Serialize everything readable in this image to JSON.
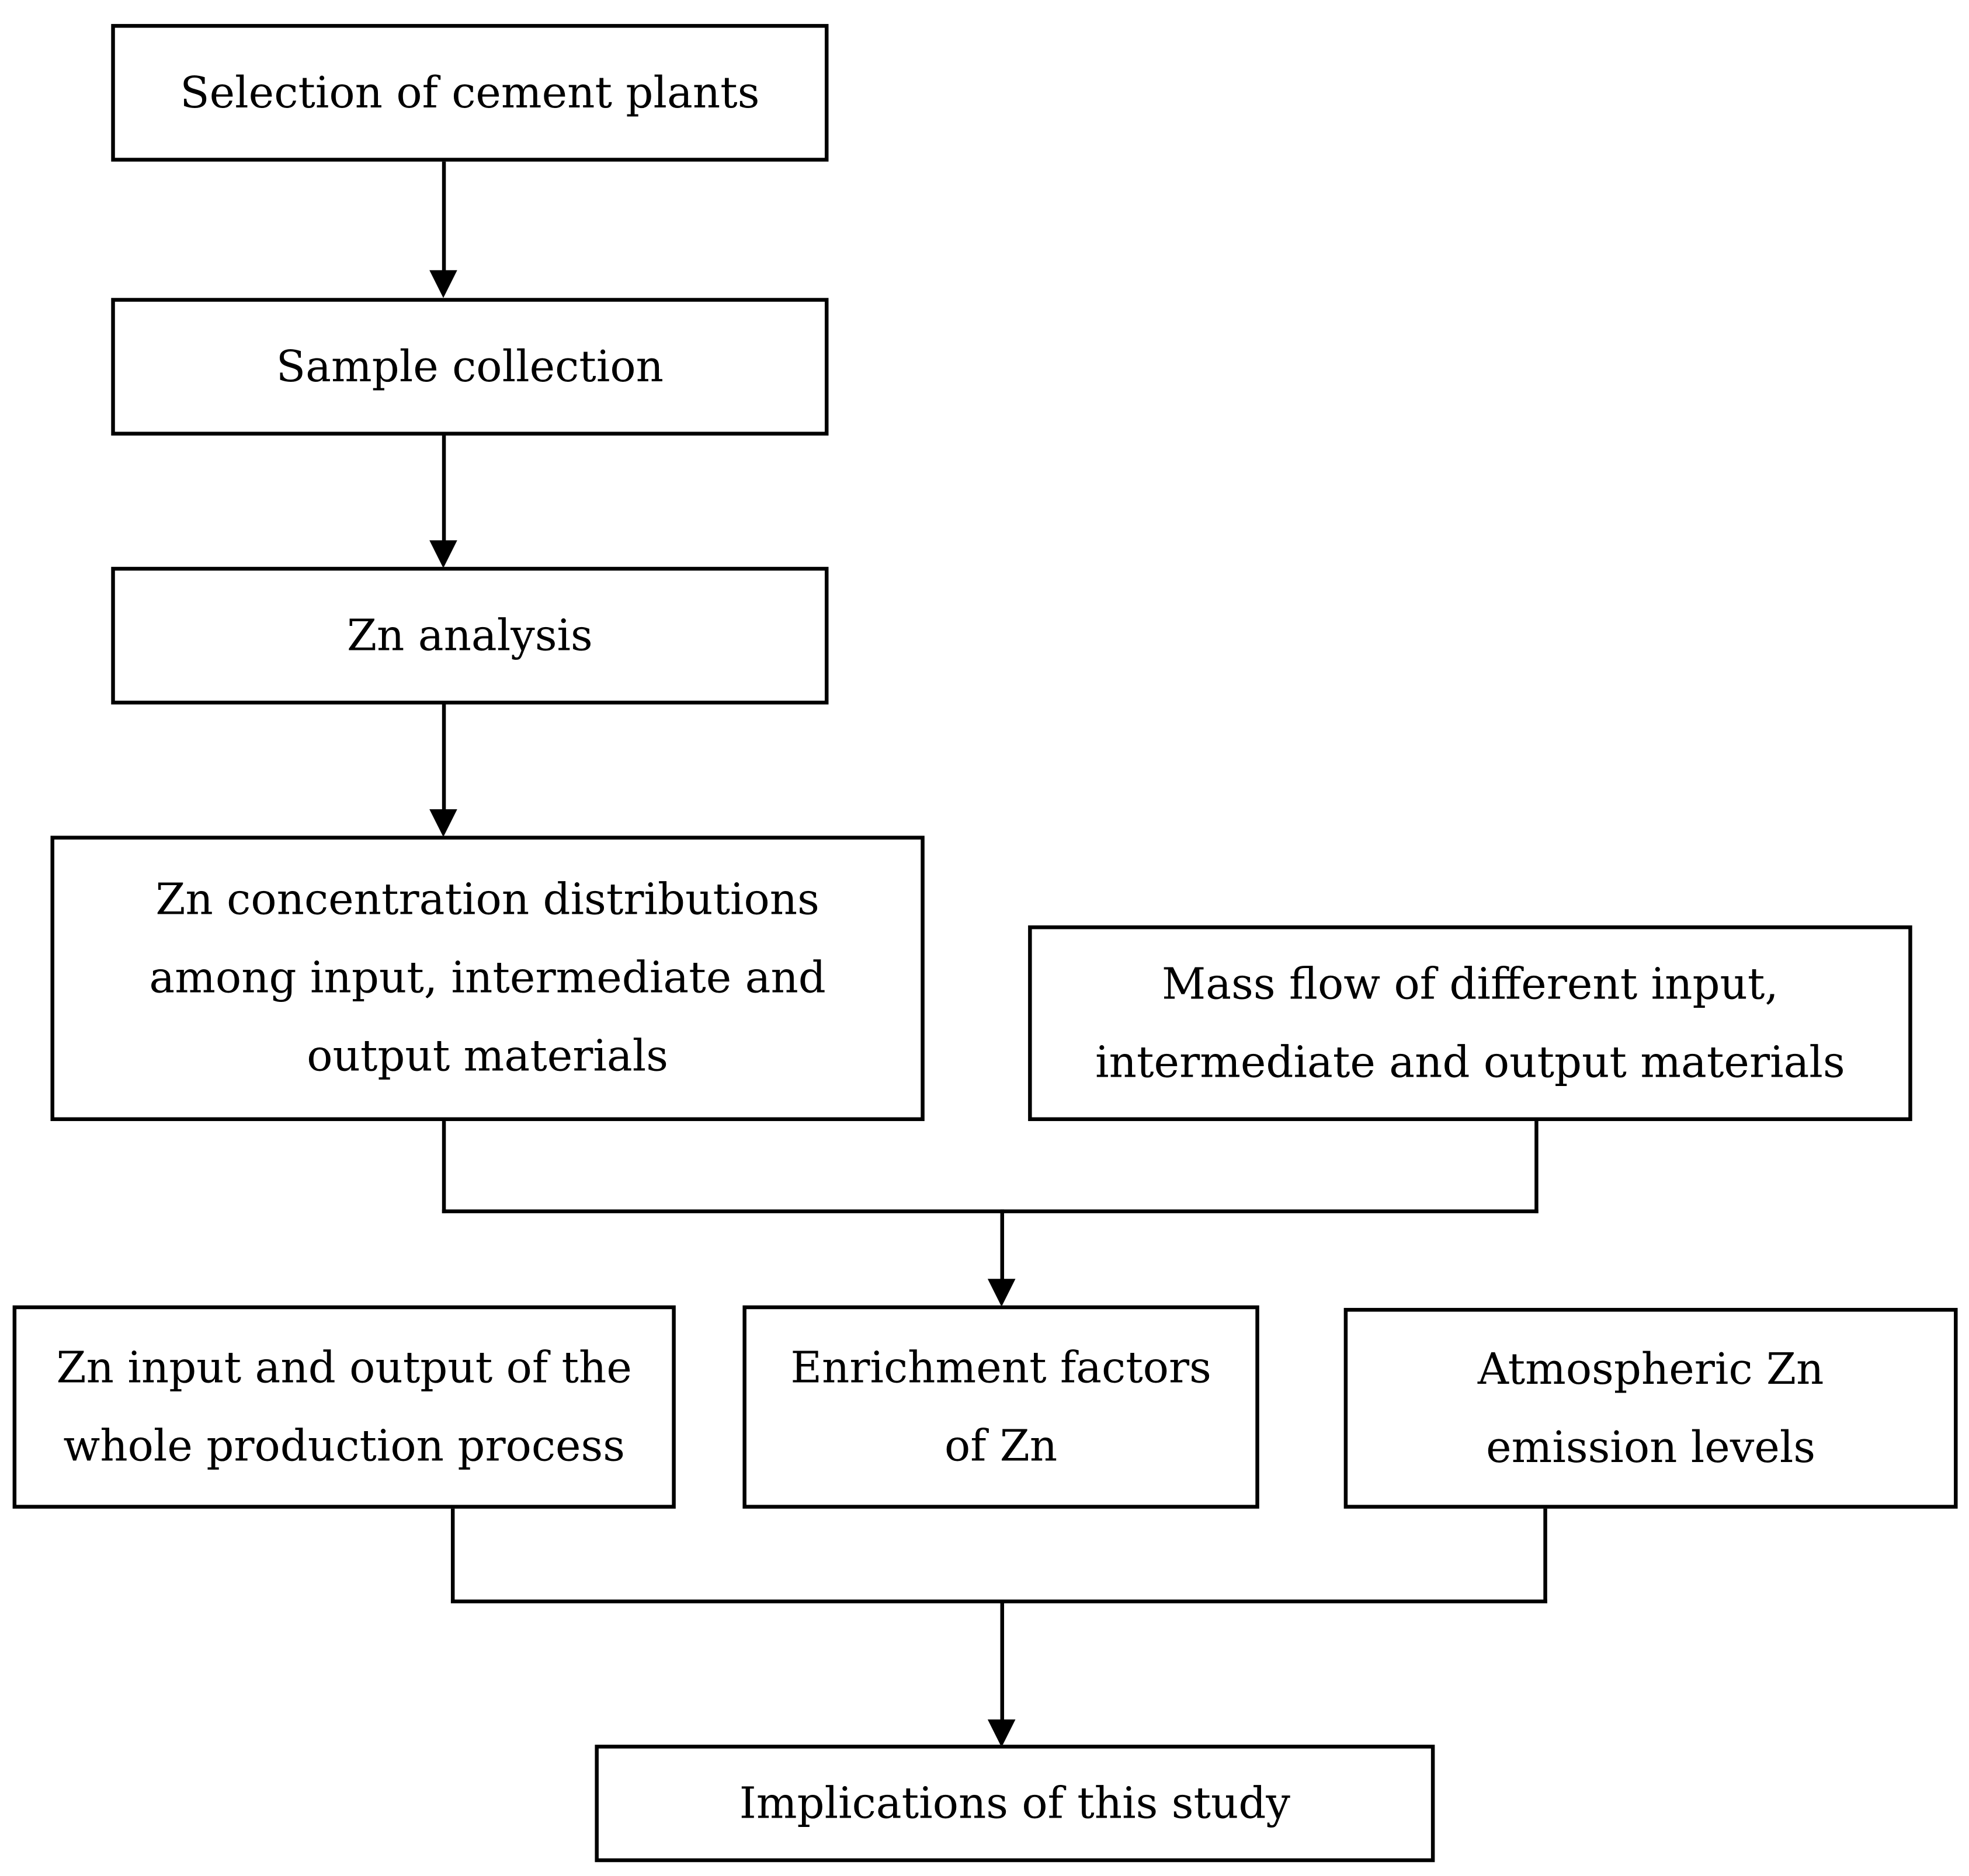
{
  "flowchart": {
    "step_selection": "Selection of cement plants",
    "step_sample": "Sample collection",
    "step_analysis": "Zn analysis",
    "concentration": [
      "Zn concentration distributions",
      "among input, intermediate and",
      "output materials"
    ],
    "mass_flow": [
      "Mass flow of different input,",
      "intermediate and output materials"
    ],
    "input_output": [
      "Zn input and output of the",
      "whole production process"
    ],
    "enrichment": [
      "Enrichment factors",
      "of Zn"
    ],
    "atmospheric": [
      "Atmospheric Zn",
      "emission levels"
    ],
    "implications": "Implications of this study"
  }
}
